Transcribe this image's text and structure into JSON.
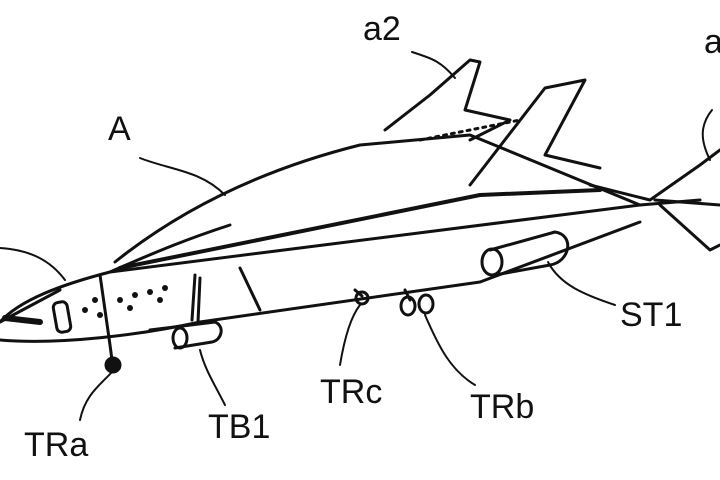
{
  "labels": {
    "a2": "a2",
    "A": "A",
    "a_partial": "a",
    "TRa": "TRa",
    "TB1": "TB1",
    "TRc": "TRc",
    "TRb": "TRb",
    "ST1": "ST1"
  },
  "colors": {
    "line": "#111111",
    "background": "#ffffff"
  }
}
